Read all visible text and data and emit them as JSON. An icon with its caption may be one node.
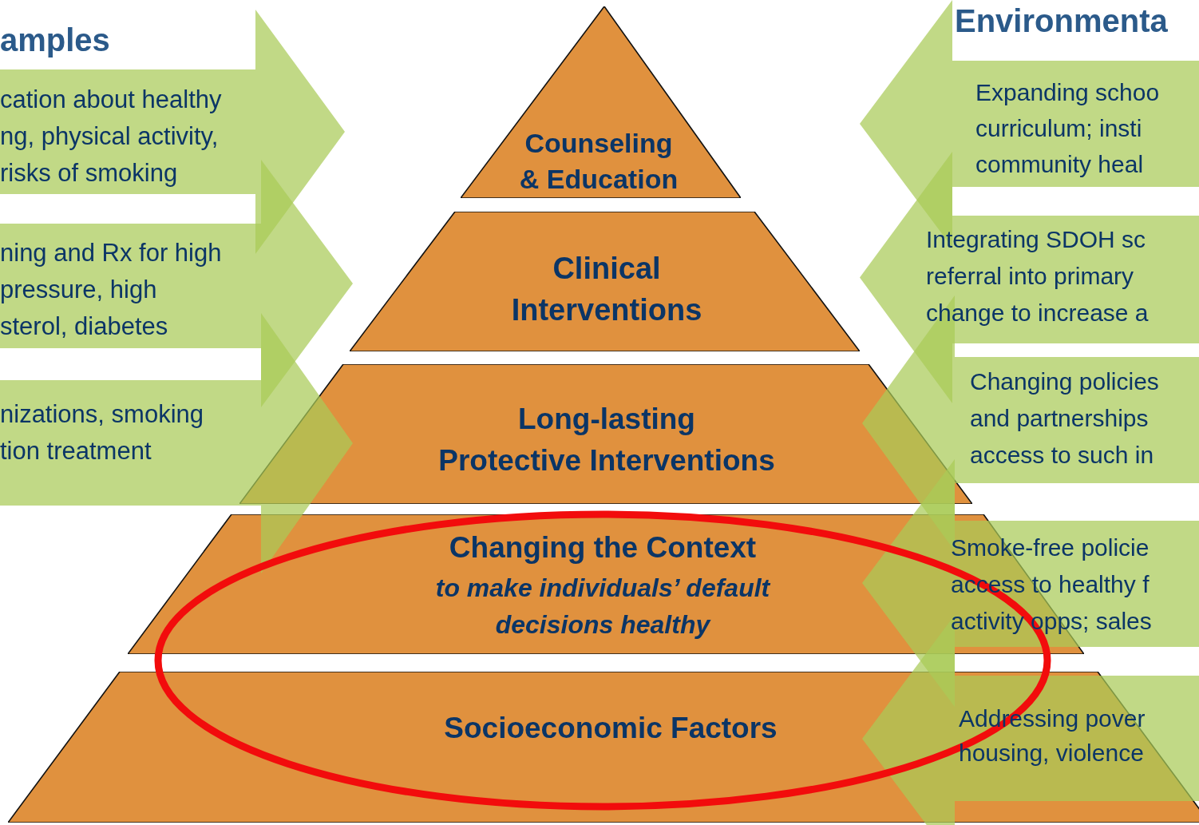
{
  "diagram": {
    "nodes": [
      {
        "text": [
          "Counseling & Education"
        ]
      },
      {
        "text": [
          "Clinical Interventions"
        ]
      },
      {
        "text": [
          "Long-lasting Protective Interventions"
        ]
      },
      {
        "text": [
          "Changing the Context",
          "to make individuals’ default decisions healthy"
        ]
      },
      {
        "text": [
          "Socioeconomic Factors"
        ]
      },
      {
        "text": [
          "cation about healthy ng, physical activity, risks of smoking"
        ]
      },
      {
        "text": [
          "ning and Rx for high pressure, high sterol, diabetes"
        ]
      },
      {
        "text": [
          "nizations, smoking tion treatment"
        ]
      },
      {
        "text": [
          "Expanding schoo curriculum; insti community heal"
        ]
      },
      {
        "text": [
          "Integrating SDOH sc referral into primary change to increase a"
        ]
      },
      {
        "text": [
          "Changing policies and partnerships access to such in"
        ]
      },
      {
        "text": [
          "Smoke-free policie access to healthy f activity opps; sales"
        ]
      },
      {
        "text": [
          "Addressing pover housing, violence"
        ]
      }
    ],
    "edges": [],
    "labels": [
      "amples",
      "Environmenta"
    ]
  }
}
